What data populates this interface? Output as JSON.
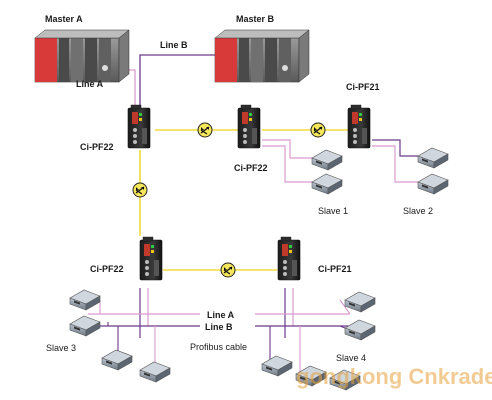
{
  "labels": {
    "master_a": "Master A",
    "master_b": "Master B",
    "line_a_top": "Line A",
    "line_b_top": "Line B",
    "node_top_left": "Ci-PF22",
    "node_top_mid": "Ci-PF22",
    "node_top_right": "Ci-PF21",
    "node_bottom_left": "Ci-PF22",
    "node_bottom_right": "Ci-PF21",
    "slave_1": "Slave 1",
    "slave_2": "Slave 2",
    "slave_3": "Slave 3",
    "slave_4": "Slave 4",
    "bus_line_a": "Line A",
    "bus_line_b": "Line B",
    "profibus_cable": "Profibus cable",
    "watermark": "gongkong  Cnkrades .Com"
  },
  "colors": {
    "fiber": "#f0dc3c",
    "line_a": "#d99bd0",
    "line_b": "#6b3a8c",
    "plc_red": "#d83a3a",
    "device_body": "#2a2a2a"
  },
  "icons": {
    "fiber_link": "fiber-link-icon",
    "slave_device": "slave-device-icon",
    "master_plc": "plc-rack-icon",
    "converter": "fiber-converter-icon"
  }
}
